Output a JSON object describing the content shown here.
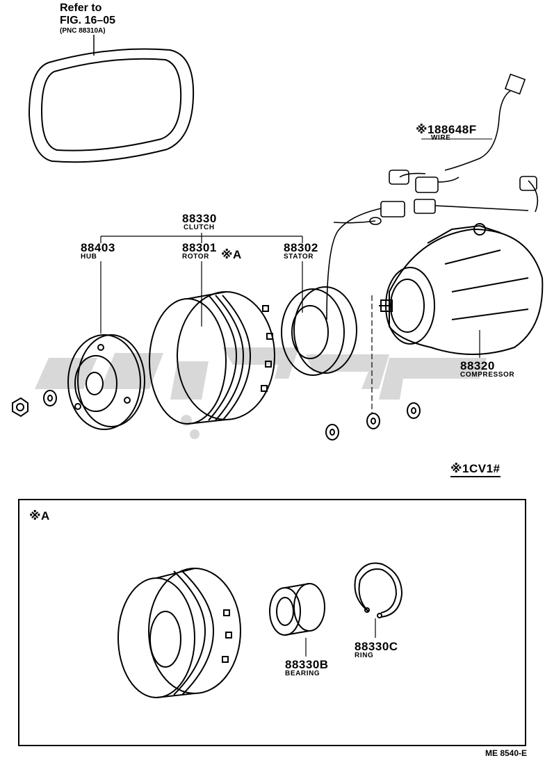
{
  "belt_ref": {
    "line1": "Refer to",
    "line2": "FIG. 16–05",
    "line3": "(PNC 88310A)"
  },
  "wire": {
    "number": "※188648F",
    "name": "WIRE"
  },
  "clutch": {
    "number": "88330",
    "name": "CLUTCH"
  },
  "hub": {
    "number": "88403",
    "name": "HUB"
  },
  "rotor": {
    "number": "88301",
    "name": "ROTOR",
    "ref_mark": "※A"
  },
  "stator": {
    "number": "88302",
    "name": "STATOR"
  },
  "compressor": {
    "number": "88320",
    "name": "COMPRESSOR"
  },
  "variant_note": "※1CV1#",
  "detail": {
    "title": "※A",
    "bearing": {
      "number": "88330B",
      "name": "BEARING"
    },
    "ring": {
      "number": "88330C",
      "name": "RING"
    }
  },
  "figure_code": "ME 8540-E",
  "watermark": {
    "color": "#d8d8d8"
  }
}
